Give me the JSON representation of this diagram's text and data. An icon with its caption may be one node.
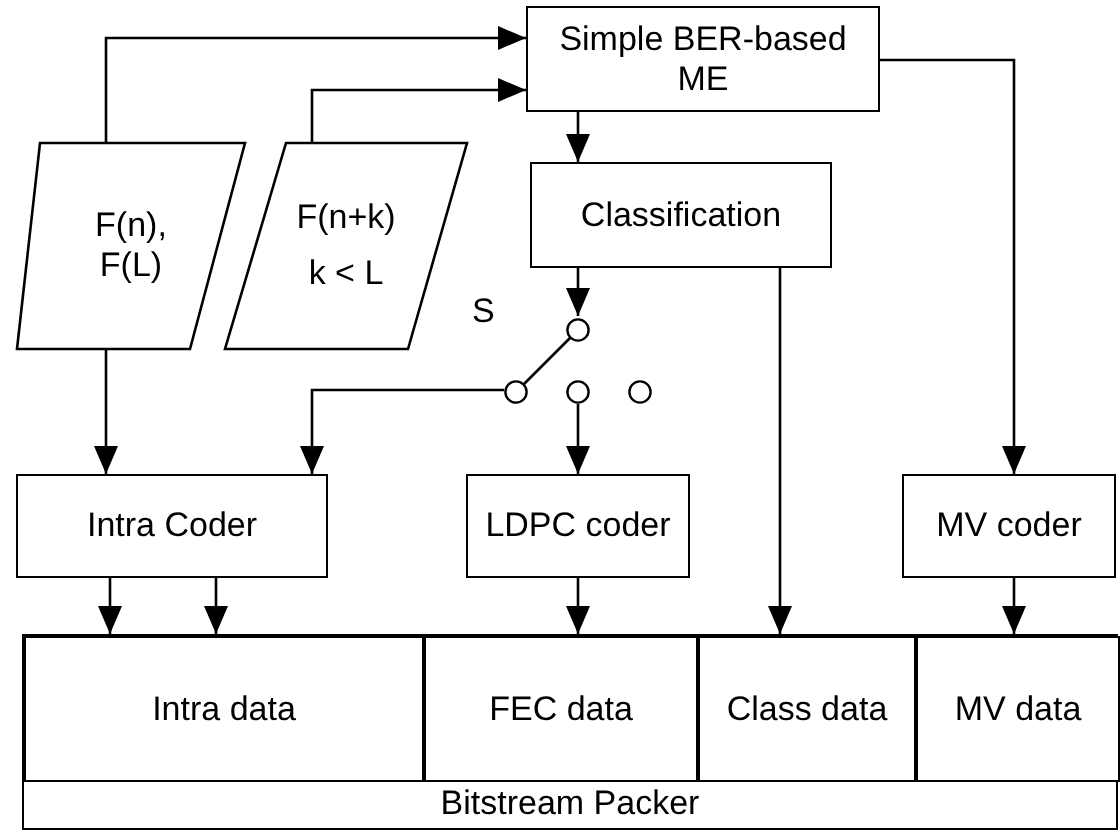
{
  "diagram": {
    "nodes": [
      {
        "text": [
          "Simple BER-based ME"
        ]
      },
      {
        "text": [
          "F(n), F(L)"
        ]
      },
      {
        "text": [
          "F(n+k)",
          "k < L"
        ]
      },
      {
        "text": [
          "Classification"
        ]
      },
      {
        "text": [],
        "shape": "switch",
        "beside": [
          "S"
        ]
      },
      {
        "text": [
          "Intra Coder"
        ]
      },
      {
        "text": [
          "LDPC coder"
        ]
      },
      {
        "text": [
          "MV coder"
        ]
      },
      {
        "text": [
          "Bitstream Packer"
        ]
      },
      {
        "text": [
          "Intra data"
        ],
        "in": 8
      },
      {
        "text": [
          "FEC data"
        ],
        "in": 8
      },
      {
        "text": [
          "Class data"
        ],
        "in": 8
      },
      {
        "text": [
          "MV data"
        ],
        "in": 8
      }
    ],
    "edges": [
      {
        "from": 1,
        "to": 0,
        "arrow": "to"
      },
      {
        "from": 2,
        "to": 0,
        "arrow": "to"
      },
      {
        "from": 0,
        "to": 3,
        "arrow": "to"
      },
      {
        "from": 0,
        "to": 7,
        "arrow": "to"
      },
      {
        "from": 1,
        "to": 5,
        "arrow": "to"
      },
      {
        "from": 3,
        "to": 4,
        "arrow": "to"
      },
      {
        "from": 4,
        "to": 5,
        "arrow": "to"
      },
      {
        "from": 4,
        "to": 6,
        "arrow": "to"
      },
      {
        "from": 5,
        "to": 9,
        "arrow": "to"
      },
      {
        "from": 5,
        "to": 9,
        "arrow": "to"
      },
      {
        "from": 6,
        "to": 10,
        "arrow": "to"
      },
      {
        "from": 3,
        "to": 11,
        "arrow": "to"
      },
      {
        "from": 7,
        "to": 12,
        "arrow": "to"
      }
    ]
  }
}
